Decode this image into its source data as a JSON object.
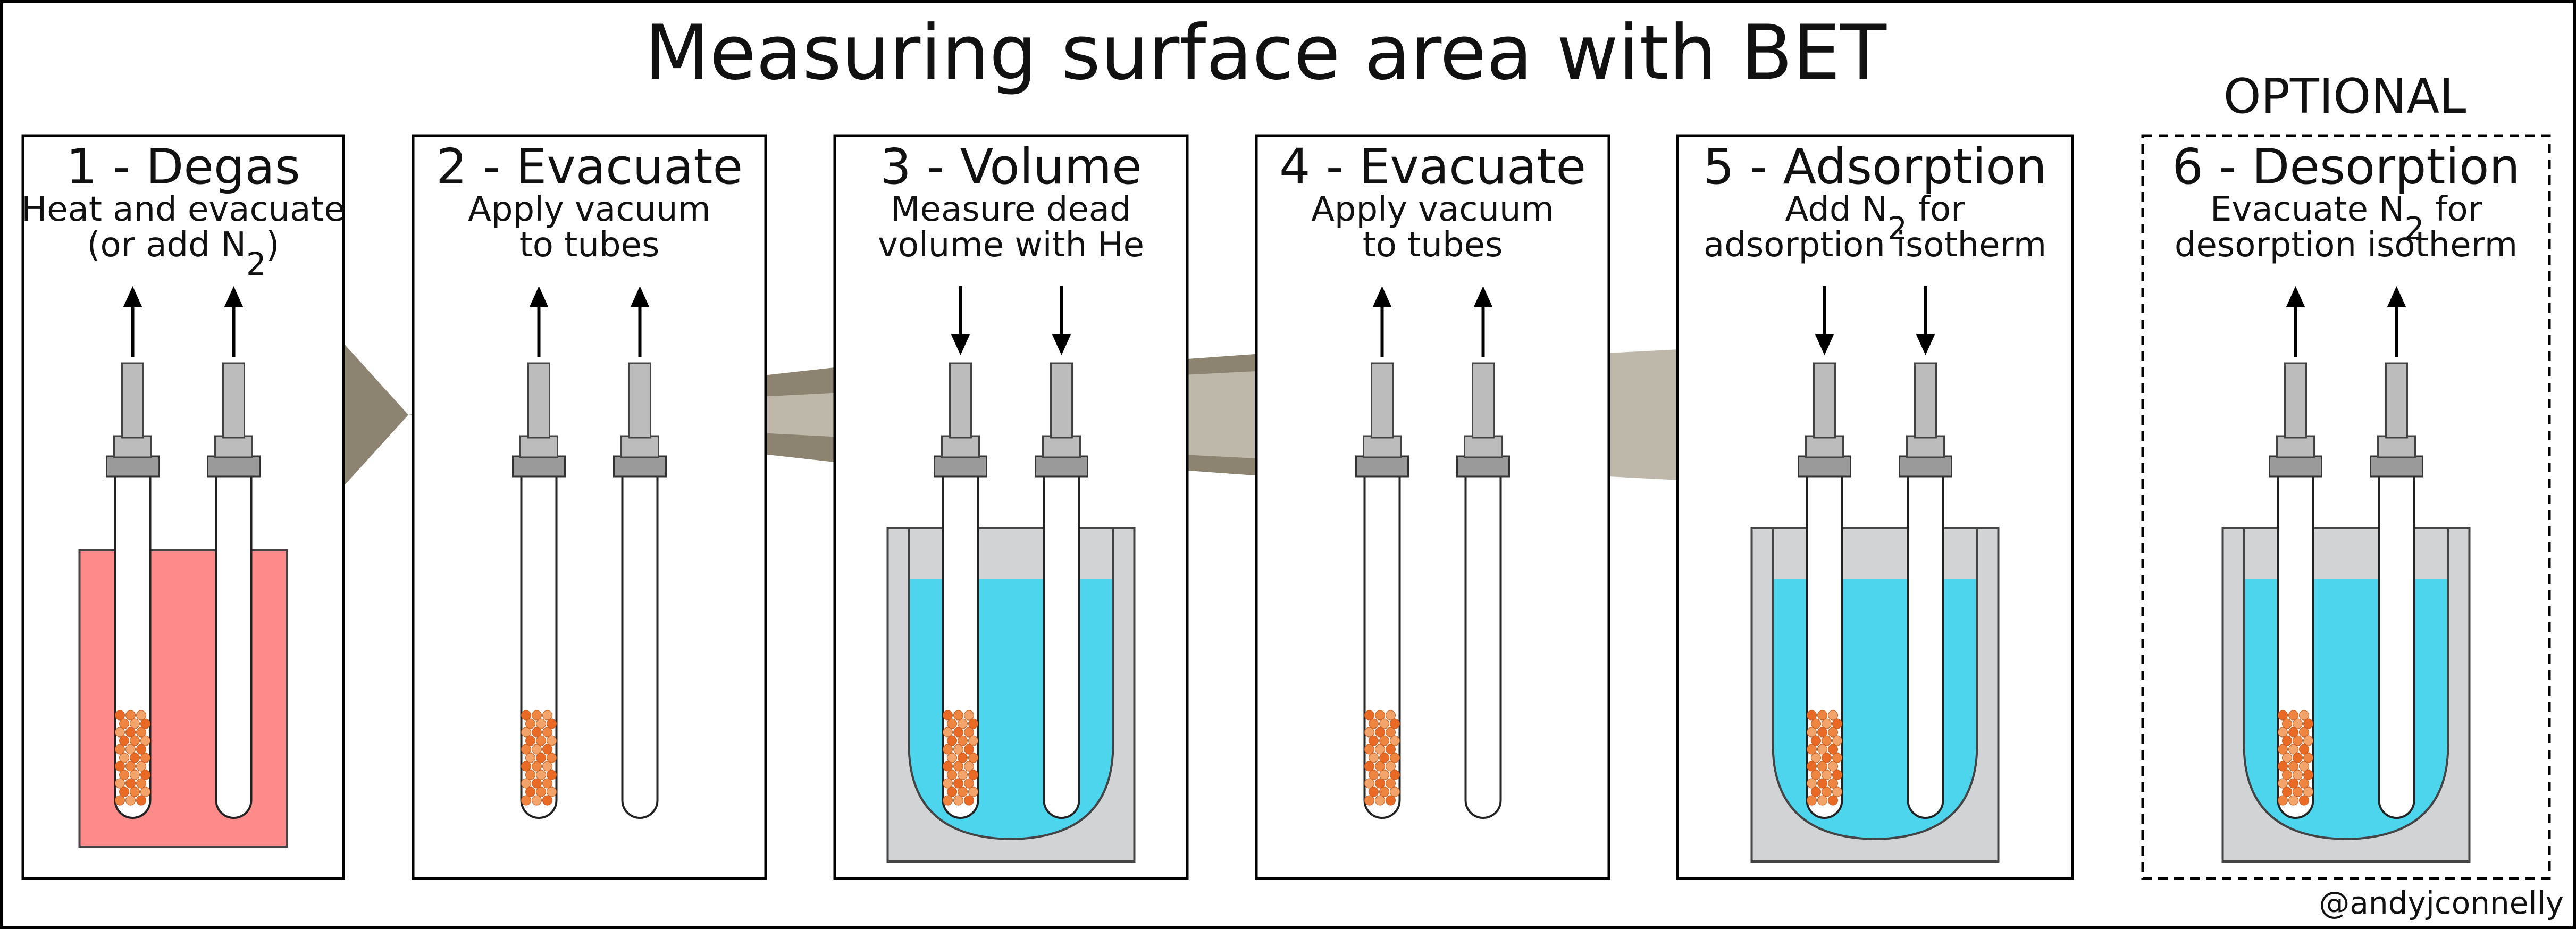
{
  "title": "Measuring surface area with BET",
  "optional_label": "OPTIONAL",
  "credit": "@andyjconnelly",
  "colors": {
    "heater": "#fe8a8a",
    "liquid": "#4dd5ee",
    "dewar": "#d1d3d4",
    "arrow_connector": "#8c8370",
    "arrow_connector_faded": "#bdb8aa",
    "tube_cap": "#bcbcbc",
    "sample": "#ee8540"
  },
  "steps": [
    {
      "title": "1 - Degas",
      "line1": "Heat and evacuate",
      "line2_pre": "(or add N",
      "line2_sub": "2",
      "line2_post": ")",
      "flow": "out",
      "bath": "heater",
      "sample": true
    },
    {
      "title": "2 - Evacuate",
      "line1": "Apply vacuum",
      "line2_pre": "to tubes",
      "line2_sub": "",
      "line2_post": "",
      "flow": "out",
      "bath": "none",
      "sample": true
    },
    {
      "title": "3 - Volume",
      "line1": "Measure dead",
      "line2_pre": "volume with He",
      "line2_sub": "",
      "line2_post": "",
      "flow": "in",
      "bath": "dewar",
      "sample": true
    },
    {
      "title": "4 - Evacuate",
      "line1": "Apply vacuum",
      "line2_pre": "to tubes",
      "line2_sub": "",
      "line2_post": "",
      "flow": "out",
      "bath": "none",
      "sample": true
    },
    {
      "title": "5 - Adsorption",
      "line1_pre": "Add N",
      "line1_sub": "2",
      "line1_post": " for",
      "line2_pre": "adsorption isotherm",
      "line2_sub": "",
      "line2_post": "",
      "flow": "in",
      "bath": "dewar",
      "sample": true
    },
    {
      "title": "6 - Desorption",
      "line1_pre": "Evacuate N",
      "line1_sub": "2",
      "line1_post": " for",
      "line2_pre": "desorption isotherm",
      "line2_sub": "",
      "line2_post": "",
      "flow": "out",
      "bath": "dewar",
      "sample": true,
      "optional": true
    }
  ]
}
